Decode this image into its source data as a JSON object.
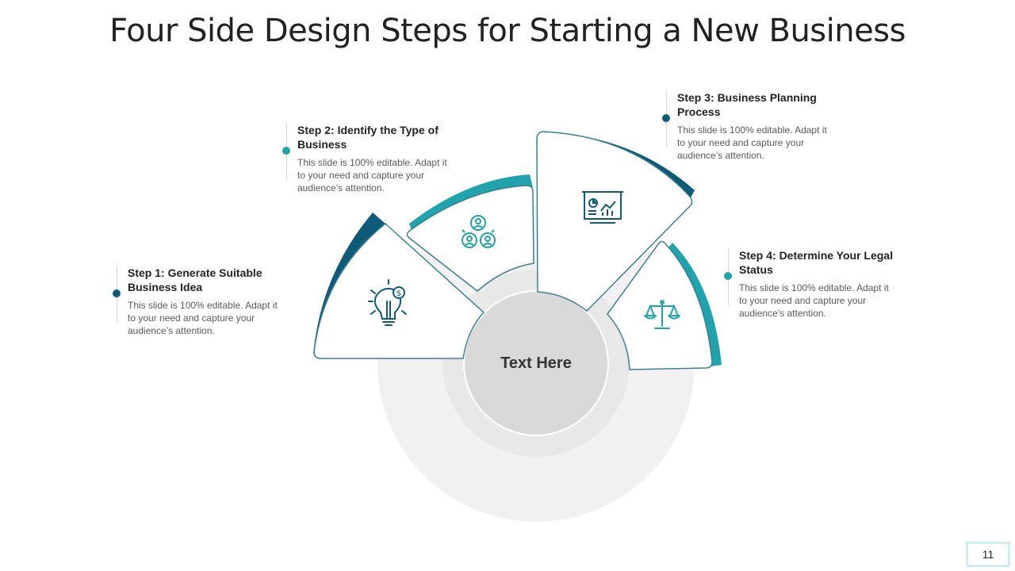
{
  "title": "Four Side Design Steps for Starting a New Business",
  "center_label": "Text Here",
  "page_number": "11",
  "colors": {
    "dark_teal": "#0e5a78",
    "light_teal": "#1fa3ad",
    "ring_outer": "#f1f1f1",
    "ring_mid": "#e8e8e8",
    "ring_inner": "#d9d9d9"
  },
  "steps": [
    {
      "heading": "Step 1: Generate Suitable Business Idea",
      "description": "This slide is 100% editable. Adapt it to your need and capture your audience’s attention.",
      "icon": "lightbulb-dollar-icon",
      "accent": "dark"
    },
    {
      "heading": "Step 2: Identify the Type of Business",
      "description": "This slide is 100% editable. Adapt it to your need and capture your audience’s attention.",
      "icon": "team-network-icon",
      "accent": "light"
    },
    {
      "heading": "Step 3: Business Planning Process",
      "description": "This slide is 100% editable. Adapt it to your need and capture your audience’s attention.",
      "icon": "presentation-board-icon",
      "accent": "dark"
    },
    {
      "heading": "Step 4: Determine Your Legal Status",
      "description": "This slide is 100% editable. Adapt it to your need and capture your audience’s attention.",
      "icon": "balance-scale-icon",
      "accent": "light"
    }
  ]
}
